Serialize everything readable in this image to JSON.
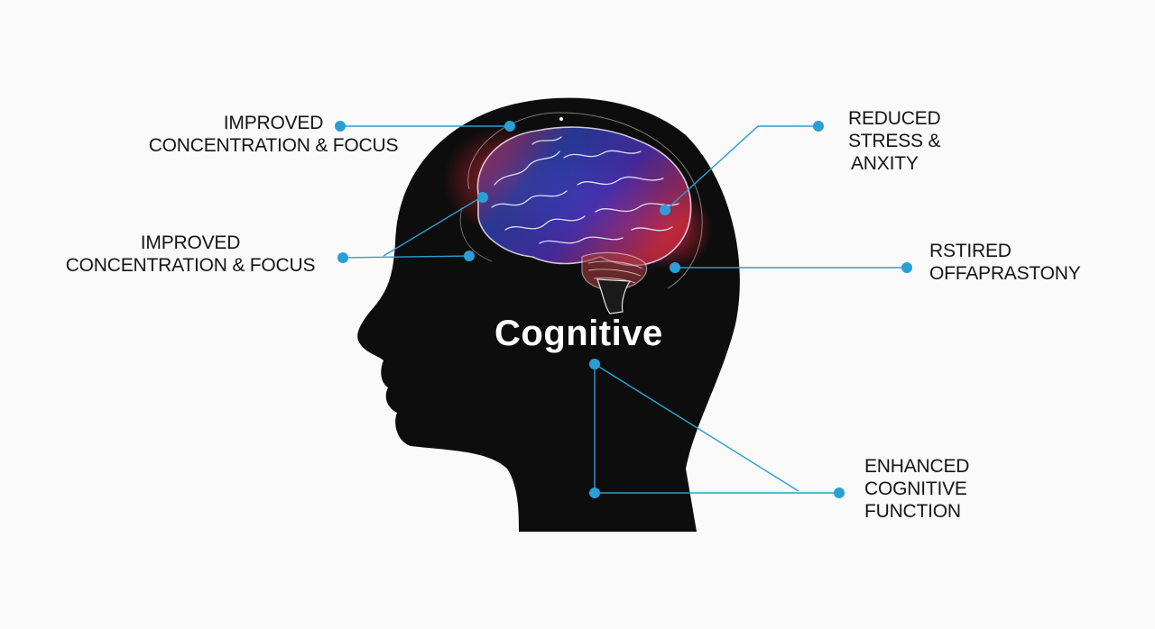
{
  "center_title": "Cognitive",
  "labels": {
    "left_top": [
      "IMPROVED",
      "CONCENTRATION & FOCUS"
    ],
    "left_mid": [
      "IMPROVED",
      "CONCENTRATION & FOCUS"
    ],
    "right_top": [
      "REDUCED",
      "STRESS &",
      "ANXITY"
    ],
    "right_mid": [
      "RSTIRED",
      "OFFAPRASTONY"
    ],
    "right_bottom": [
      "ENHANCED",
      "COGNITIVE",
      "FUNCTION"
    ]
  },
  "colors": {
    "background": "#fafafa",
    "head": "#0d0d0d",
    "connector": "#2a9fd6",
    "text": "#151515",
    "title": "#ffffff",
    "brain_red": "#d8283a",
    "brain_blue": "#2b55d8",
    "brain_purple": "#7a2bbf"
  },
  "icons": [
    "head-silhouette-icon",
    "brain-icon"
  ]
}
